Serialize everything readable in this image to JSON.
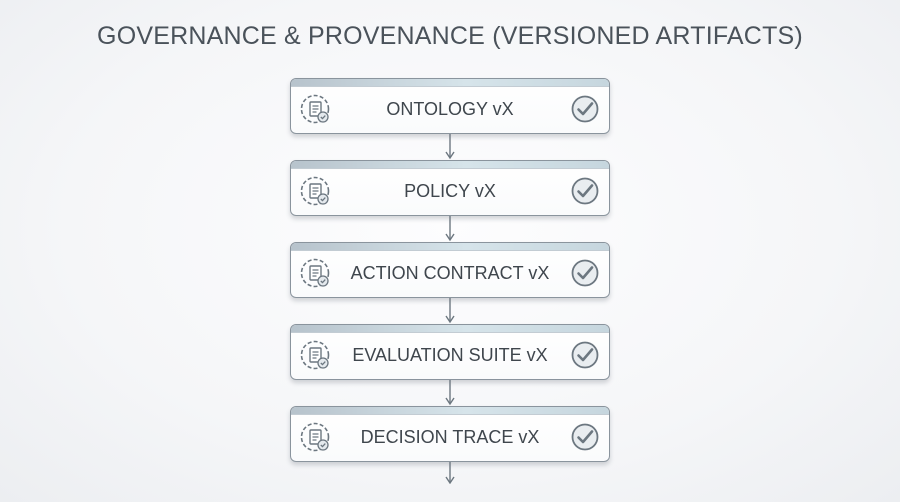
{
  "title": "GOVERNANCE & PROVENANCE (VERSIONED ARTIFACTS)",
  "artifacts": [
    {
      "label": "ONTOLOGY vX",
      "status_icon": "check-circle-icon",
      "doc_icon": "document-gear-icon"
    },
    {
      "label": "POLICY vX",
      "status_icon": "check-circle-icon",
      "doc_icon": "document-gear-icon"
    },
    {
      "label": "ACTION CONTRACT vX",
      "status_icon": "check-circle-icon",
      "doc_icon": "document-gear-icon"
    },
    {
      "label": "EVALUATION SUITE vX",
      "status_icon": "check-circle-icon",
      "doc_icon": "document-gear-icon"
    },
    {
      "label": "DECISION TRACE vX",
      "status_icon": "check-circle-icon",
      "doc_icon": "document-gear-icon"
    }
  ],
  "colors": {
    "border": "#8a949d",
    "band": "#d6e4ea",
    "text": "#3f464d",
    "icon": "#6c7780"
  }
}
